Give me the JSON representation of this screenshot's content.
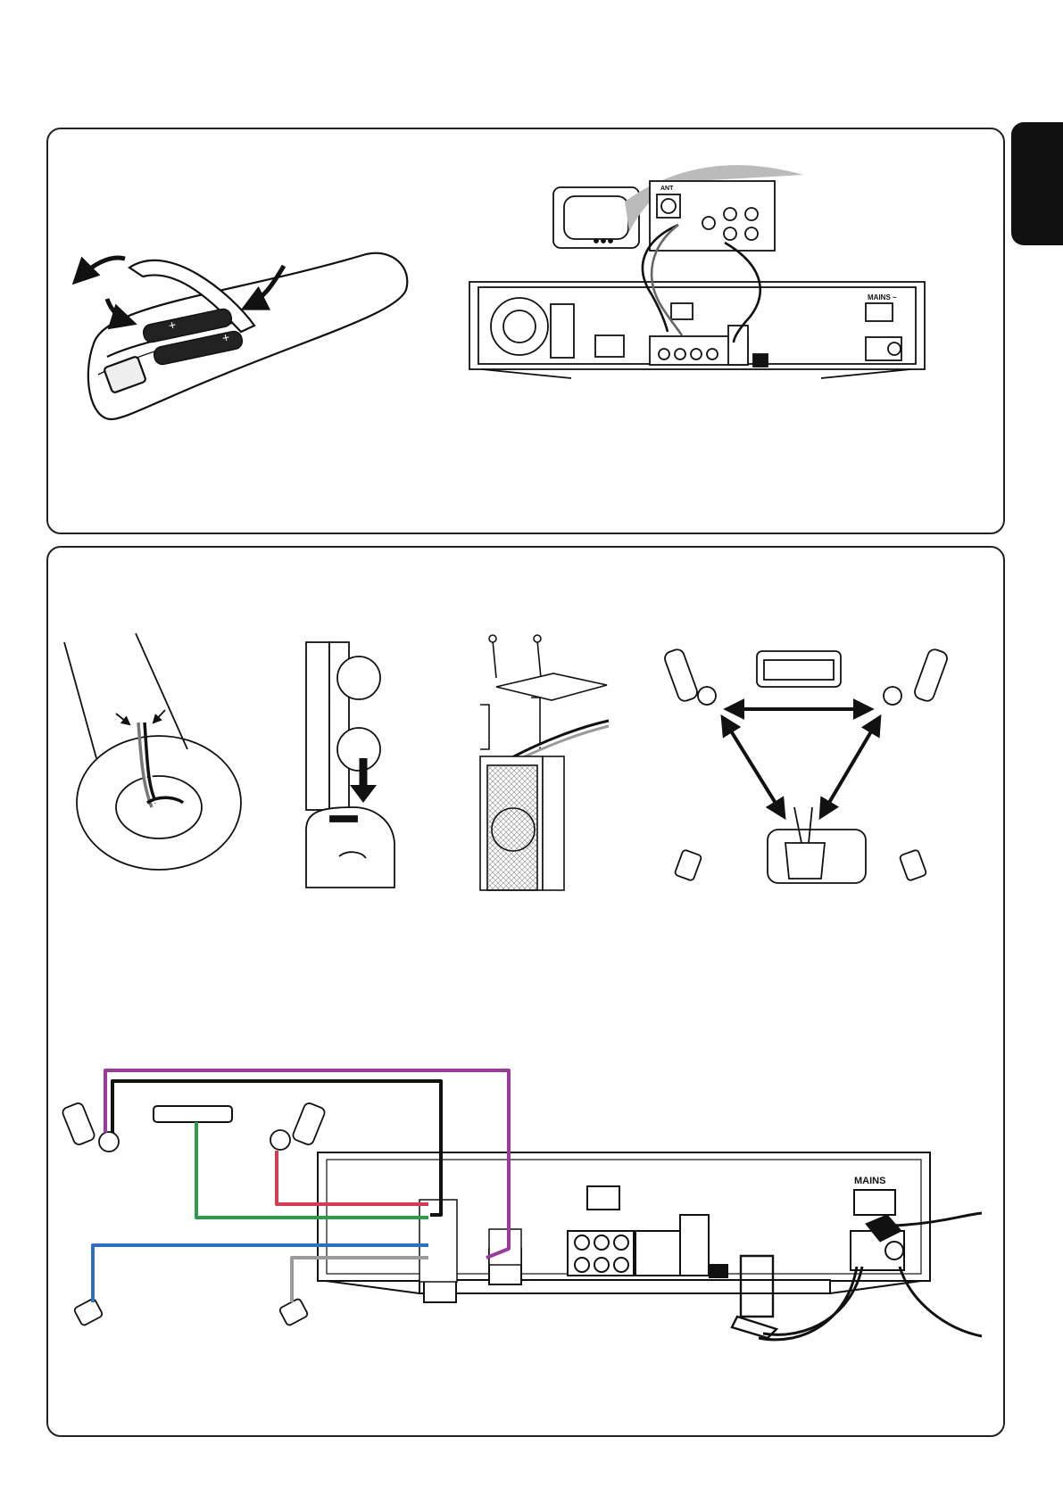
{
  "rear_panel_labels": {
    "mains_small": "MAINS ~",
    "ant": "ANT",
    "mains": "MAINS"
  },
  "colors": {
    "front_left_wire": "#9b3a9b",
    "centre_wire": "#2e9a4a",
    "front_right_wire": "#d43a50",
    "rear_left_wire": "#2f6fbe",
    "rear_right_wire": "#9a9a9a",
    "line": "#111111",
    "tab": "#111111"
  },
  "icons": [
    "remote-control-icon",
    "battery-icon",
    "tv-icon",
    "speaker-icon",
    "subwoofer-icon",
    "am-loop-antenna-icon",
    "power-plug-icon",
    "listener-icon"
  ]
}
